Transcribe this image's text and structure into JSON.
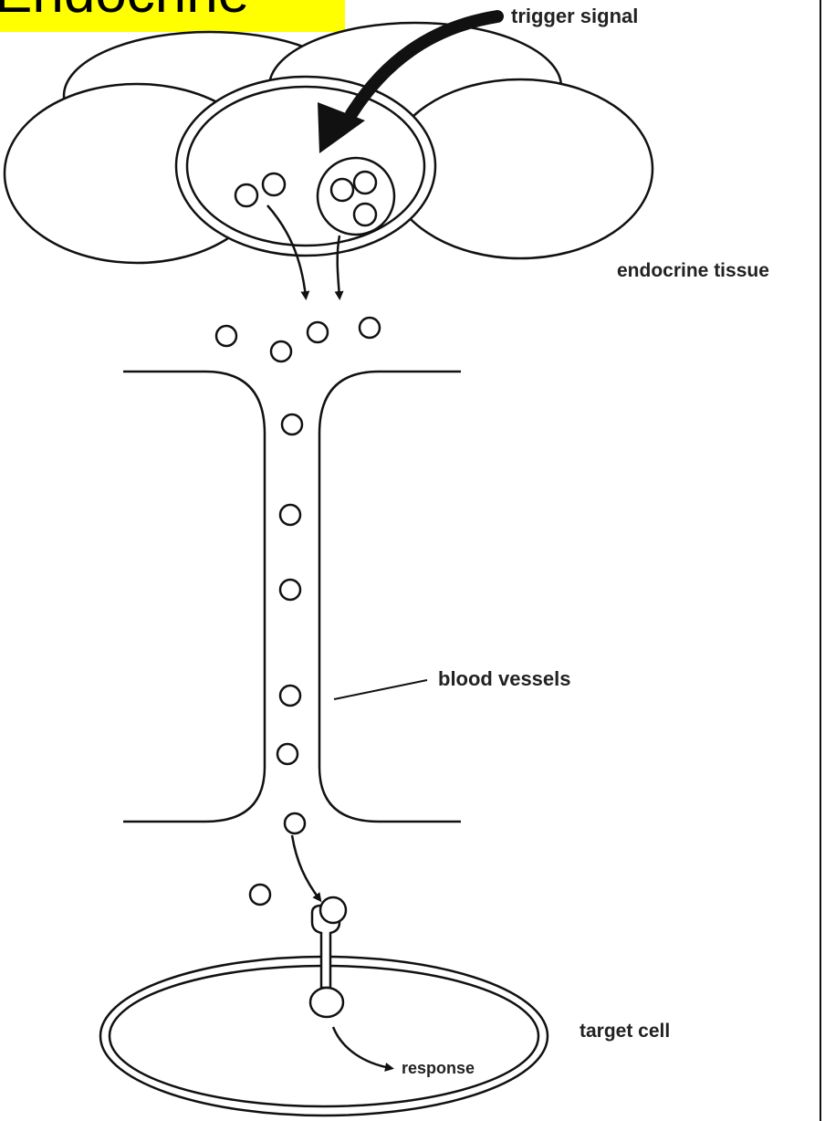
{
  "title": "Endocrine",
  "labels": {
    "trigger_signal": "trigger signal",
    "endocrine_tissue": "endocrine tissue",
    "blood_vessels": "blood vessels",
    "target_cell": "target cell",
    "response": "response"
  },
  "colors": {
    "title_highlight": "#ffff00",
    "ink": "#111111",
    "background": "#ffffff"
  }
}
